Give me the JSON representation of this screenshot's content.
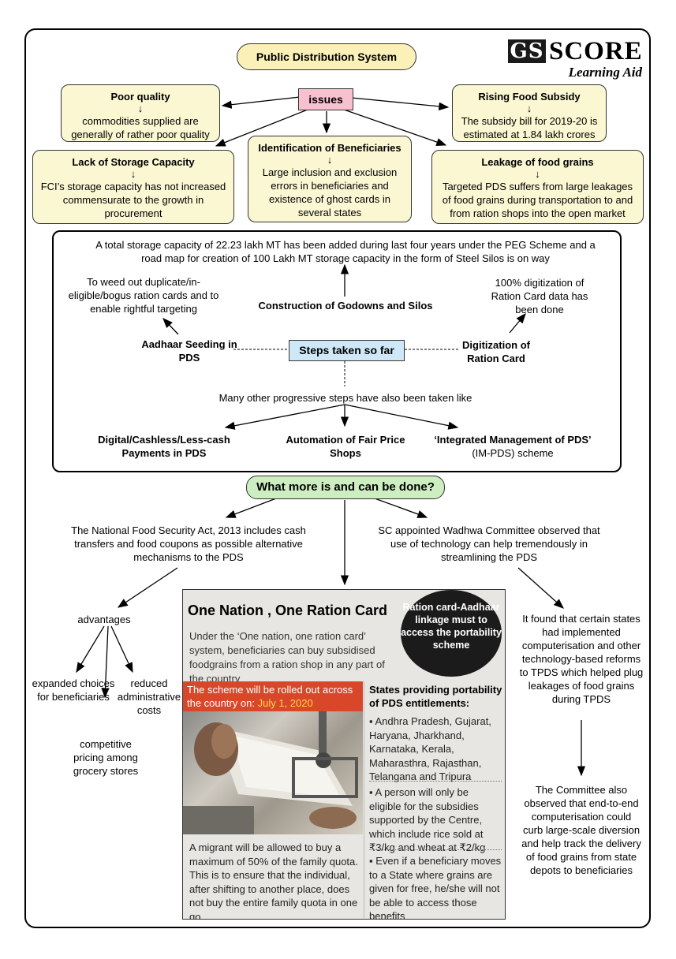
{
  "title": "Public Distribution System",
  "logo": {
    "gs": "GS",
    "score": "SCORE",
    "tagline": "Learning Aid"
  },
  "issues": {
    "label": "issues",
    "poor_quality": {
      "title": "Poor quality",
      "arrow": "↓",
      "text": "commodities supplied are generally of rather poor quality"
    },
    "rising_subsidy": {
      "title": "Rising Food Subsidy",
      "arrow": "↓",
      "text": "The subsidy bill for 2019-20 is estimated at 1.84 lakh crores"
    },
    "storage": {
      "title": "Lack of Storage Capacity",
      "arrow": "↓",
      "text": "FCI’s storage capacity has not increased commensurate to the growth in procurement"
    },
    "identification": {
      "title": "Identification of Beneficiaries",
      "arrow": "↓",
      "text": "Large inclusion and exclusion errors in beneficiaries and existence of ghost cards in several states"
    },
    "leakage": {
      "title": "Leakage of food grains",
      "arrow": "↓",
      "text": "Targeted PDS suffers from large leakages of food grains during transportation to and from ration shops into the open market"
    }
  },
  "steps": {
    "center": "Steps taken so far",
    "storage_note": "A total storage capacity of 22.23 lakh MT has been added during last four years under the PEG Scheme and a road map for creation of 100 Lakh MT storage capacity in the form of Steel Silos is on way",
    "godowns": "Construction of Godowns and Silos",
    "aadhaar_note": "To weed out duplicate/in-eligible/bogus ration cards and to enable rightful targeting",
    "aadhaar": "Aadhaar Seeding in PDS",
    "digitization_note": "100% digitization of Ration Card data has been done",
    "digitization": "Digitization of Ration Card",
    "other_steps": "Many other progressive steps have also been taken like",
    "digital_payments": "Digital/Cashless/Less-cash Payments in PDS",
    "automation": "Automation of Fair Price Shops",
    "impds_bold": "‘Integrated Management of PDS’",
    "impds_rest": " (IM-PDS) scheme"
  },
  "more": {
    "title": "What more is and can be done?",
    "nfsa": "The National Food Security Act, 2013 includes cash transfers and food coupons as possible alternative mechanisms to the PDS",
    "advantages": "advantages",
    "adv_choices": "expanded choices for beneficiaries",
    "adv_pricing": "competitive pricing among grocery stores",
    "adv_costs": "reduced administrative costs",
    "wadhwa": "SC appointed Wadhwa Committee observed that use of technology can help tremendously in streamlining the PDS",
    "wadhwa_found": "It found that certain states had implemented computerisation and other technology-based reforms to TPDS which helped plug leakages of food grains during TPDS",
    "wadhwa_also": "The Committee also observed that end-to-end computerisation could curb large-scale diversion and help track the delivery of food grains from state depots to beneficiaries"
  },
  "onor": {
    "title": "One Nation , One Ration Card",
    "circle": "Ration card-Aadhaar linkage must to access the portability scheme",
    "intro": "Under the ‘One nation, one ration card’ system, beneficiaries can buy subsidised foodgrains from a ration shop in any part of the country",
    "rollout": "The scheme will be rolled out across the country on: ",
    "rollout_date": "July 1, 2020",
    "migrant": "A migrant will be allowed to buy a maximum of 50% of the family quota. This is to ensure that the individual, after shifting to another place, does not buy the entire family quota in one go",
    "states_head": "States providing portability of PDS entitlements:",
    "states": "▪ Andhra Pradesh, Gujarat, Haryana, Jharkhand, Karnataka, Kerala, Maharasthra, Rajasthan, Telangana and Tripura",
    "subsidy": "▪ A person will only be eligible for the subsidies supported by the Centre, which include rice sold at ₹3/kg and wheat at ₹2/kg",
    "free": "▪ Even if a beneficiary moves to a State where grains are given for free, he/she will not be able to access those benefits"
  }
}
